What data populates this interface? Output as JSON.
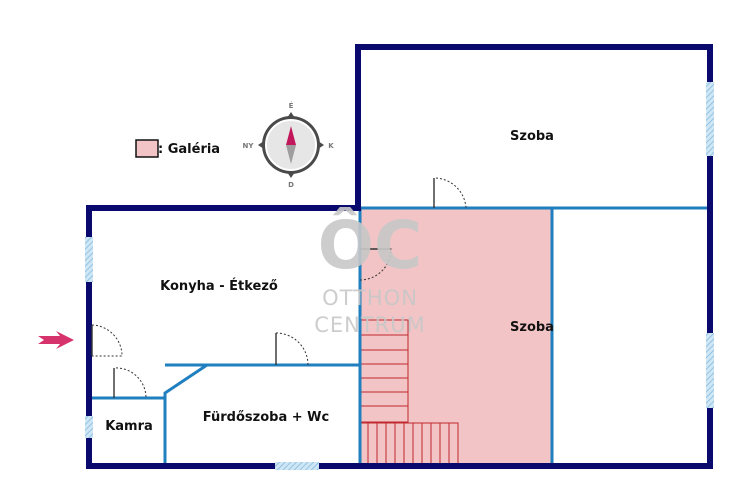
{
  "legend": {
    "label": ": Galéria",
    "swatch_color": "#f2c4c6"
  },
  "compass": {
    "north": "É",
    "south": "D",
    "east": "K",
    "west": "NY"
  },
  "rooms": {
    "top_room": "Szoba",
    "kitchen": "Konyha - Étkező",
    "right_room": "Szoba",
    "pantry": "Kamra",
    "bathroom": "Fürdőszoba + Wc"
  },
  "watermark": {
    "logo": "ÔC",
    "line1": "OTTHON",
    "line2": "CENTRUM"
  },
  "colors": {
    "outer_wall": "#0a0a6e",
    "inner_wall": "#1f7fbf",
    "gallery_fill": "#f2c4c6",
    "stair_line": "#c0282d",
    "entrance_arrow": "#d6336c",
    "window": "#a9d3ec"
  }
}
